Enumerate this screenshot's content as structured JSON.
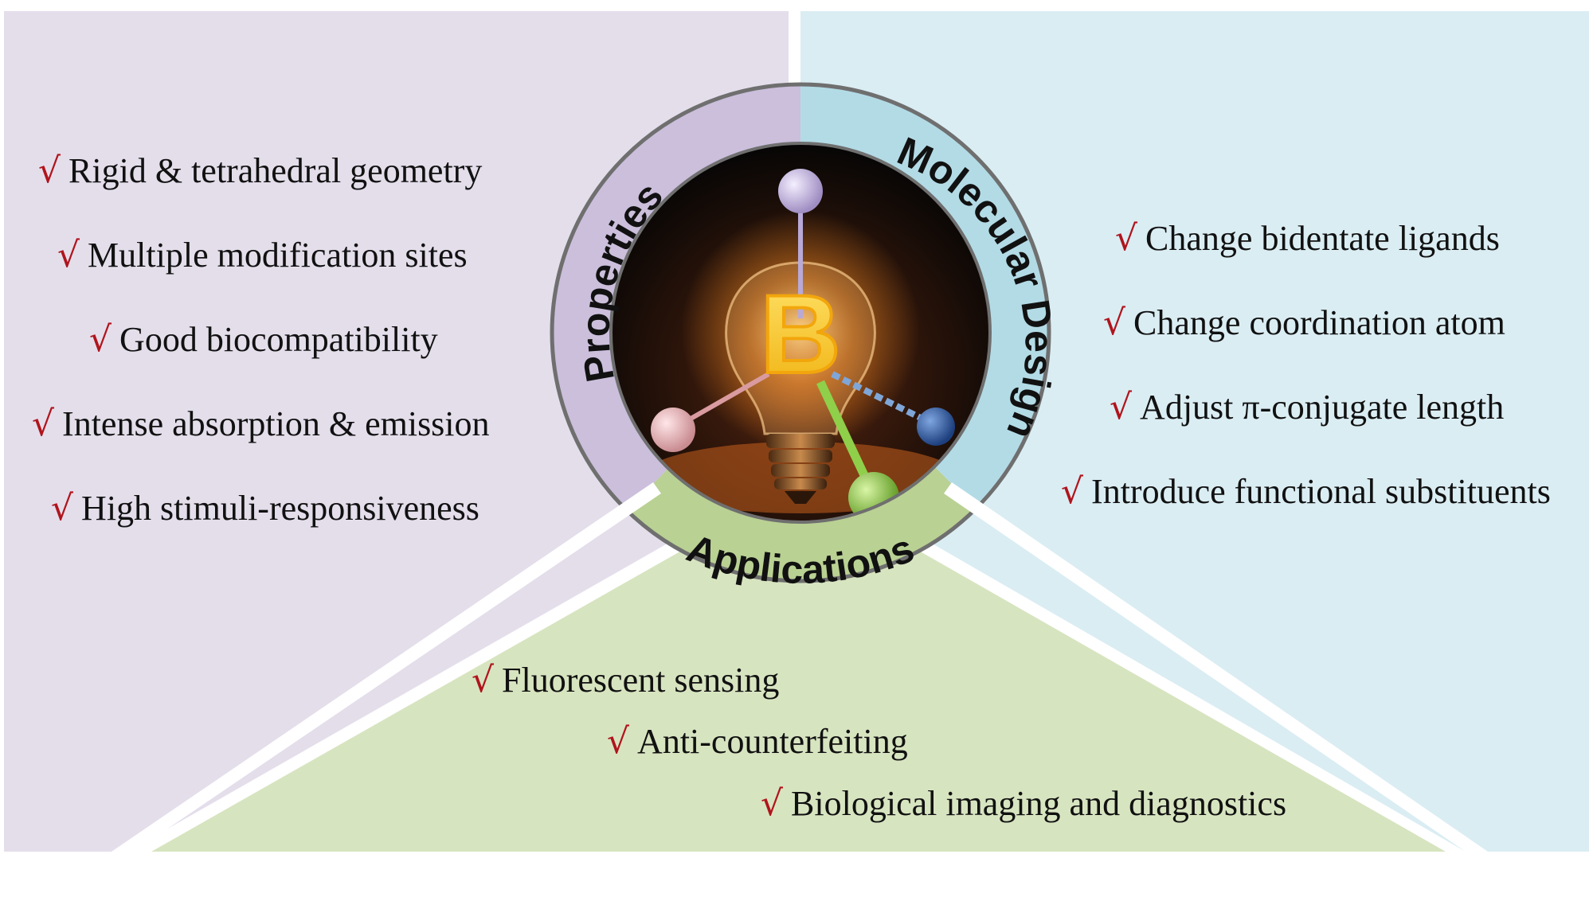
{
  "check_symbol": "√",
  "ring_labels": {
    "properties": "Properties",
    "molecular_design": "Molecular Design",
    "applications": "Applications"
  },
  "center_badge_letter": "B",
  "properties": {
    "items": [
      "Rigid & tetrahedral geometry",
      "Multiple modification sites",
      "Good biocompatibility",
      "Intense absorption & emission",
      "High stimuli-responsiveness"
    ]
  },
  "molecular_design": {
    "items": [
      "Change bidentate ligands",
      "Change coordination atom",
      "Adjust π-conjugate length",
      "Introduce functional substituents"
    ]
  },
  "applications": {
    "items": [
      "Fluorescent sensing",
      "Anti-counterfeiting",
      "Biological imaging and diagnostics"
    ]
  },
  "colors": {
    "properties_panel": "#e4deeb",
    "properties_ring": "#cbbfdc",
    "design_panel": "#daedf3",
    "design_ring": "#b3dbe6",
    "applications_panel": "#d7e4c0",
    "applications_ring": "#b9d193",
    "check": "#b0141c",
    "ring_border": "#6f6f6f"
  }
}
